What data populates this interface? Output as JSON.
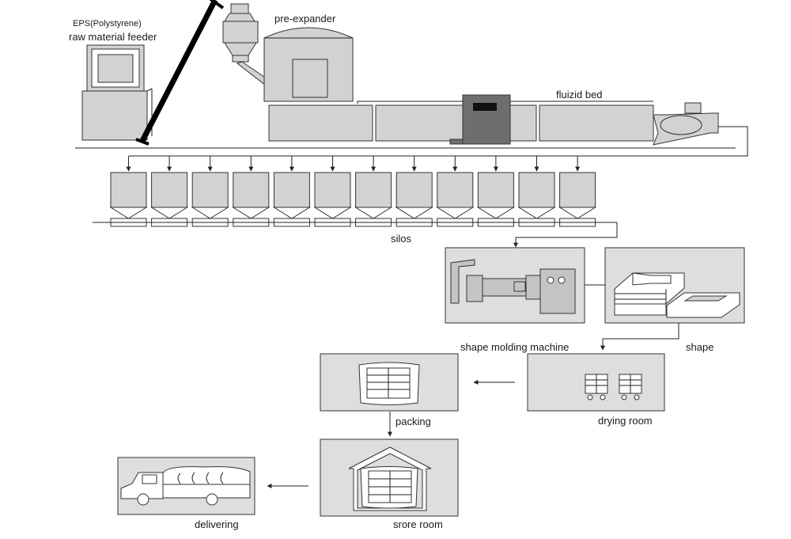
{
  "labels": {
    "eps": "EPS(Polystyrene)",
    "feeder": "raw material feeder",
    "pre_expander": "pre-expander",
    "fluid_bed": "fluizid bed",
    "silos": "silos",
    "molding": "shape molding machine",
    "shape": "shape",
    "drying": "drying room",
    "packing": "packing",
    "store": "srore room",
    "delivering": "delivering"
  },
  "silo_count": 12,
  "colors": {
    "machine": "#d2d2d2",
    "dark_machine": "#6e6e6e",
    "panel": "#dedede",
    "line": "#222222"
  }
}
